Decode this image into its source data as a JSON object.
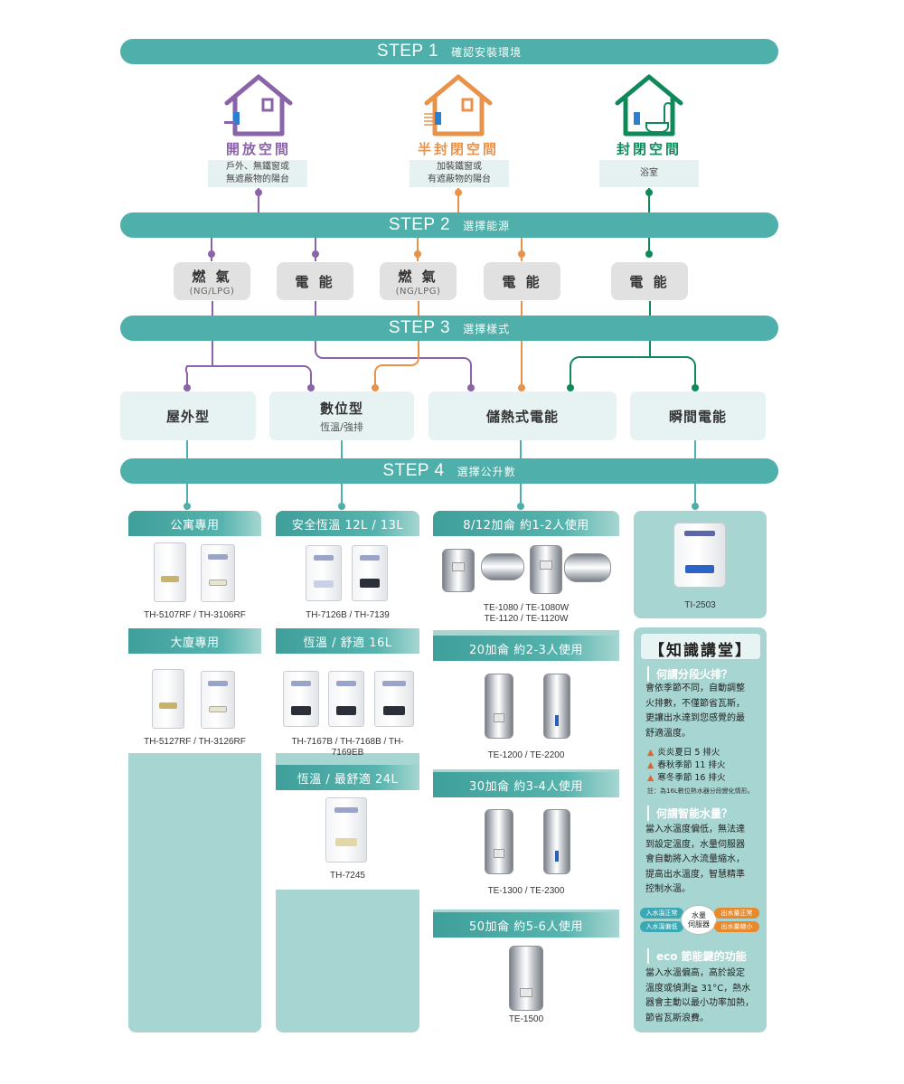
{
  "colors": {
    "teal": "#4fb0ab",
    "purple": "#8a63a8",
    "orange": "#e8924a",
    "green": "#0e8a5a",
    "column_bg": "#a7d6d2"
  },
  "steps": [
    {
      "num": "STEP 1",
      "text": "確認安裝環境"
    },
    {
      "num": "STEP 2",
      "text": "選擇能源"
    },
    {
      "num": "STEP 3",
      "text": "選擇樣式"
    },
    {
      "num": "STEP 4",
      "text": "選擇公升數"
    }
  ],
  "spaces": [
    {
      "title": "開放空間",
      "line1": "戶外、無鐵窗或",
      "line2": "無遮蔽物的陽台",
      "icon": "house-open-icon",
      "color": "#8a63a8"
    },
    {
      "title": "半封閉空間",
      "line1": "加裝鐵窗或",
      "line2": "有遮蔽物的陽台",
      "icon": "house-semi-icon",
      "color": "#e8924a"
    },
    {
      "title": "封閉空間",
      "line1": "浴室",
      "line2": "",
      "icon": "house-closed-icon",
      "color": "#0e8a5a"
    }
  ],
  "energies": [
    {
      "big": "燃 氣",
      "small": "(NG/LPG)"
    },
    {
      "big": "電 能",
      "small": ""
    },
    {
      "big": "燃 氣",
      "small": "(NG/LPG)"
    },
    {
      "big": "電 能",
      "small": ""
    },
    {
      "big": "電 能",
      "small": ""
    }
  ],
  "types": [
    {
      "big": "屋外型",
      "small": ""
    },
    {
      "big": "數位型",
      "small": "恆溫/強排"
    },
    {
      "big": "儲熱式電能",
      "small": ""
    },
    {
      "big": "瞬間電能",
      "small": ""
    }
  ],
  "col1": {
    "band1": "公寓專用",
    "model1": "TH-5107RF / TH-3106RF",
    "band2": "大廈專用",
    "model2": "TH-5127RF / TH-3126RF"
  },
  "col2": {
    "band1": "安全恆溫 12L / 13L",
    "model1": "TH-7126B / TH-7139",
    "band2": "恆溫 / 舒適 16L",
    "model2": "TH-7167B / TH-7168B / TH-7169EB",
    "band3": "恆溫 / 最舒適 24L",
    "model3": "TH-7245"
  },
  "col3": {
    "band1": "8/12加侖 約1-2人使用",
    "model1a": "TE-1080 / TE-1080W",
    "model1b": "TE-1120 / TE-1120W",
    "band2": "20加侖 約2-3人使用",
    "model2": "TE-1200 / TE-2200",
    "band3": "30加侖 約3-4人使用",
    "model3": "TE-1300 / TE-2300",
    "band4": "50加侖 約5-6人使用",
    "model4": "TE-1500"
  },
  "col4": {
    "model": "TI-2503"
  },
  "knowledge": {
    "title": "【知識講堂】",
    "q1": "何謂分段火排？",
    "q1_lines": [
      "會依季節不同，自動調整",
      "火排數，不僅節省瓦斯，",
      "更讓出水達到您感覺的最",
      "舒適溫度。"
    ],
    "flames": [
      "炎炎夏日 5 排火",
      "春秋季節 11 排火",
      "寒冬季節 16 排火"
    ],
    "note": "註：為16L數位熱水器分段變化情形。",
    "q2": "何謂智能水量？",
    "q2_lines": [
      "當入水溫度偏低，無法達",
      "到設定溫度，水量伺服器",
      "會自動將入水流量縮水，",
      "提高出水溫度，智慧精準",
      "控制水溫。"
    ],
    "servo": {
      "in_normal": "入水溫正常",
      "in_low": "入水溫偏低",
      "center1": "水量",
      "center2": "伺服器",
      "out_normal": "出水量正常",
      "out_small": "出水量縮小"
    },
    "q3": "eco 節能鍵的功能",
    "q3_lines": [
      "當入水溫偏高，高於設定",
      "溫度或偵測≧ 31°C，熱水",
      "器會主動以最小功率加熱，",
      "節省瓦斯浪費。"
    ]
  }
}
